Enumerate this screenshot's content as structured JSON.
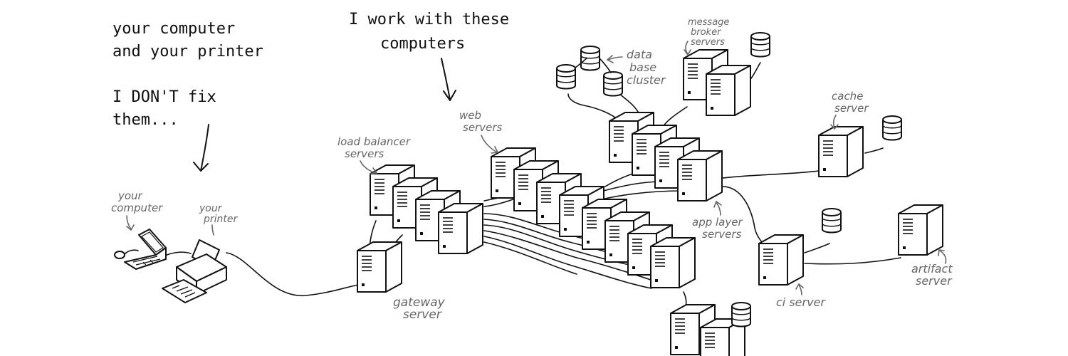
{
  "headline_left": {
    "line1": "your computer",
    "line2": "and your printer",
    "line3": "I DON'T fix",
    "line4": "them..."
  },
  "headline_right": {
    "line1": "I work with these",
    "line2": "computers"
  },
  "labels": {
    "your_computer": [
      "your",
      "computer"
    ],
    "your_printer": [
      "your",
      "printer"
    ],
    "load_balancer": [
      "load balancer",
      "servers"
    ],
    "web_servers": [
      "web",
      "servers"
    ],
    "gateway": [
      "gateway",
      "server"
    ],
    "database": [
      "data",
      "base",
      "cluster"
    ],
    "message_broker": [
      "message",
      "broker",
      "servers"
    ],
    "cache": [
      "cache",
      "server"
    ],
    "app_layer": [
      "app layer",
      "servers"
    ],
    "ci": [
      "ci server"
    ],
    "artifact": [
      "artifact",
      "server"
    ]
  },
  "colors": {
    "ink": "#111111",
    "annotation": "#666666",
    "background": "#ffffff"
  }
}
